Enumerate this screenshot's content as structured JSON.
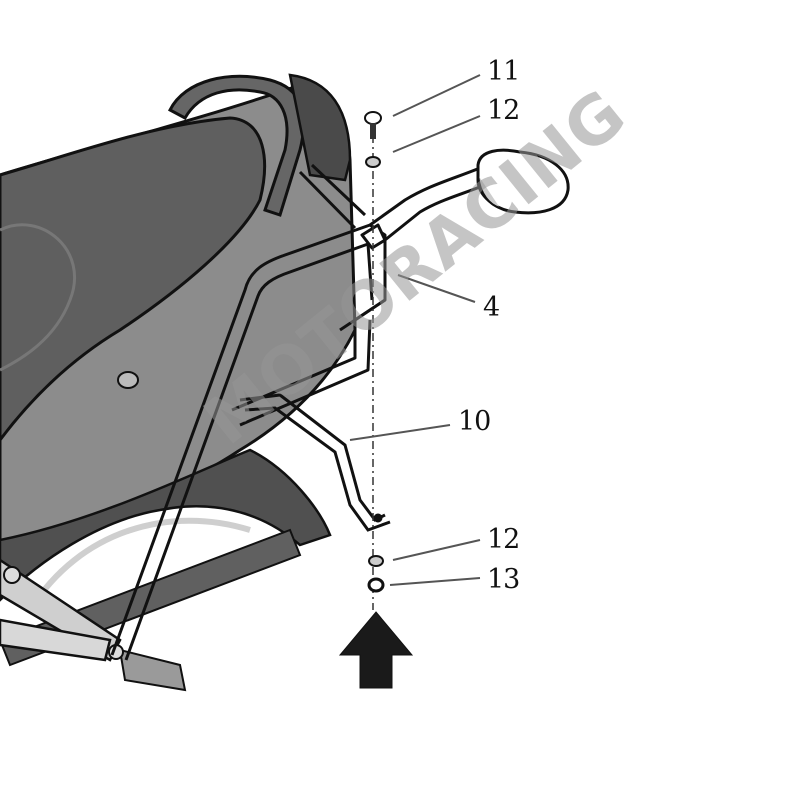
{
  "diagram": {
    "type": "exploded-assembly-view",
    "subject": "motorcycle rear side rack mounting",
    "colors": {
      "background": "#ffffff",
      "seat": "#5f5f5f",
      "body_panel": "#8c8c8c",
      "fender": "#505050",
      "outline": "#111111",
      "watermark": "#969696",
      "arrow": "#1a1a1a"
    },
    "watermark": "MOTORACING",
    "callouts": [
      {
        "id": "11",
        "label": "11",
        "part": "bolt"
      },
      {
        "id": "12a",
        "label": "12",
        "part": "washer (top)"
      },
      {
        "id": "4",
        "label": "4",
        "part": "side rack frame"
      },
      {
        "id": "10",
        "label": "10",
        "part": "lower bracket"
      },
      {
        "id": "12b",
        "label": "12",
        "part": "washer (bottom)"
      },
      {
        "id": "13",
        "label": "13",
        "part": "nut"
      }
    ],
    "direction_arrow": "up-arrow"
  }
}
